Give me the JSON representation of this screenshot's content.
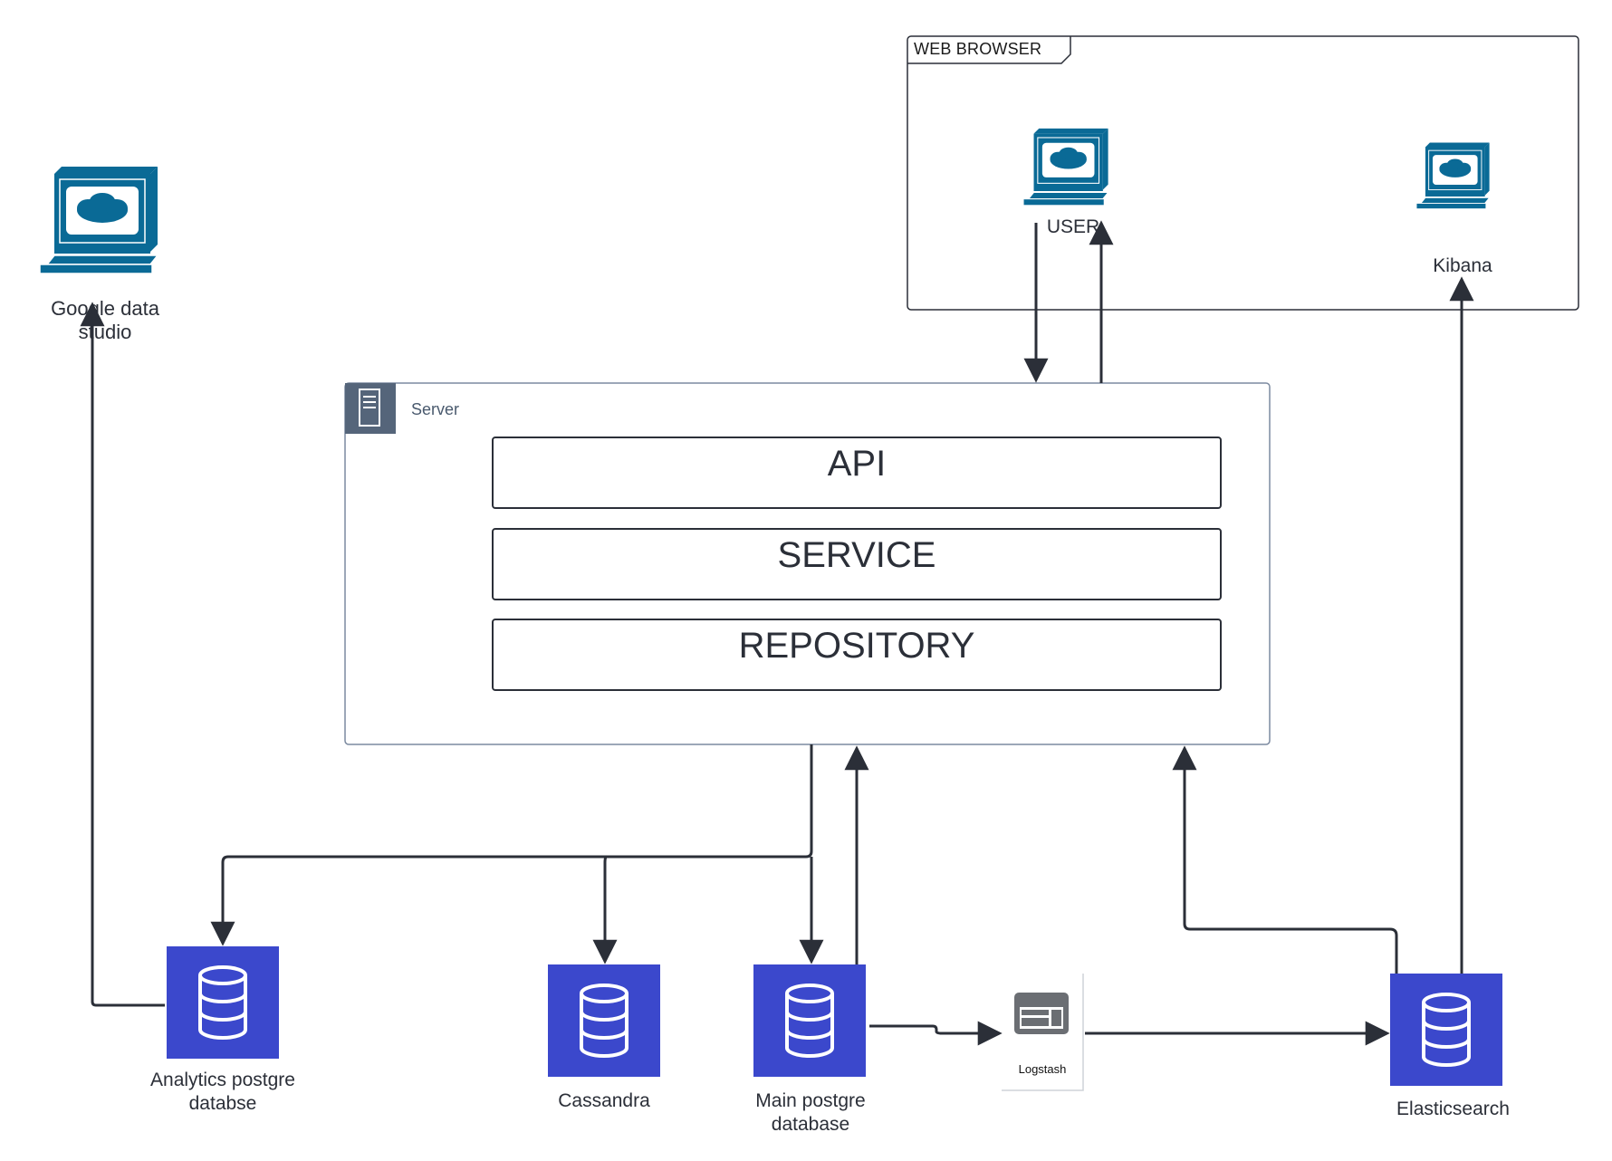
{
  "web_browser": {
    "title": "WEB BROWSER"
  },
  "clients": {
    "google": "Google data\nstudio",
    "user": "USER",
    "kibana": "Kibana"
  },
  "server": {
    "title": "Server",
    "layers": [
      "API",
      "SERVICE",
      "REPOSITORY"
    ]
  },
  "databases": {
    "analytics": "Analytics postgre\ndatabse",
    "cassandra": "Cassandra",
    "main": "Main postgre\ndatabase",
    "elastic": "Elasticsearch"
  },
  "logstash": {
    "label": "Logstash"
  },
  "colors": {
    "line": "#2b2f38",
    "db_fill": "#3b48cc",
    "computer": "#0a6a96",
    "server_icon": "#55657a"
  }
}
